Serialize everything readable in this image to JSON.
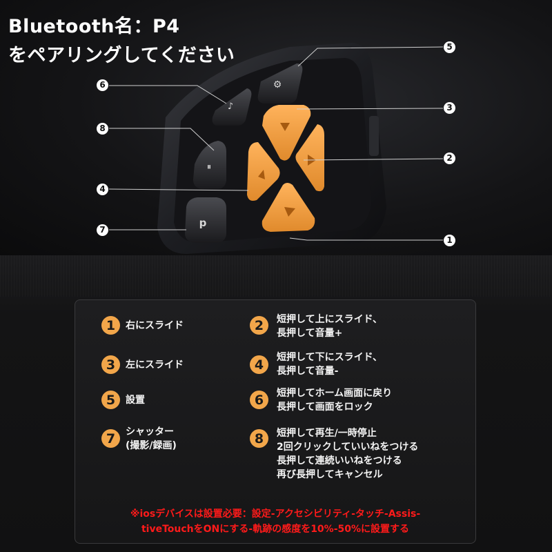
{
  "header": {
    "line1": "Bluetooth名：P4",
    "line2": "をペアリングしてください"
  },
  "callouts": [
    "1",
    "2",
    "3",
    "4",
    "5",
    "6",
    "7",
    "8"
  ],
  "colors": {
    "accent": "#f2a64a",
    "note": "#ff1a1a",
    "background": "#0d0d0f"
  },
  "icons": {
    "shutter": "shutter-p-icon",
    "pause": "pause-icon",
    "settings": "gear-icon",
    "music": "music-note-icon",
    "arrows": "triangle-arrow-icon"
  },
  "legend": [
    {
      "num": "1",
      "lines": [
        "右にスライド"
      ]
    },
    {
      "num": "2",
      "lines": [
        "短押して上にスライド、",
        "長押して音量+"
      ]
    },
    {
      "num": "3",
      "lines": [
        "左にスライド"
      ]
    },
    {
      "num": "4",
      "lines": [
        "短押して下にスライド、",
        "長押して音量-"
      ]
    },
    {
      "num": "5",
      "lines": [
        "設置"
      ]
    },
    {
      "num": "6",
      "lines": [
        "短押してホーム画面に戻り",
        "長押して画面をロック"
      ]
    },
    {
      "num": "7",
      "lines": [
        "シャッター",
        "(撮影/録画)"
      ]
    },
    {
      "num": "8",
      "lines": [
        "短押して再生/一時停止",
        "2回クリックしていいねをつける",
        "長押して連続いいねをつける",
        "再び長押してキャンセル"
      ]
    }
  ],
  "note": {
    "line1": "※iosデバイスは設置必要：設定-アクセシビリティ-タッチ-Assis-",
    "line2": "tiveTouchをONにする-軌跡の感度を10%-50%に設置する"
  }
}
